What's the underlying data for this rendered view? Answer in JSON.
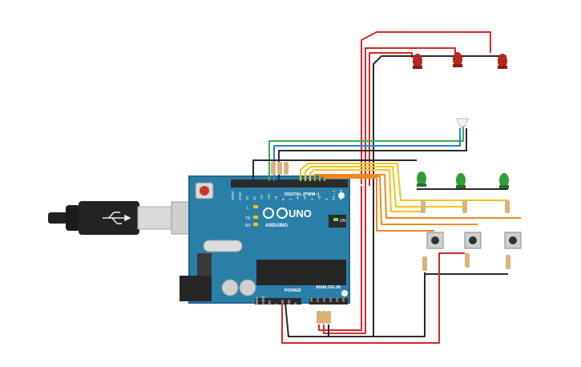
{
  "board": {
    "model": "UNO",
    "brand": "ARDUINO",
    "digital_label": "DIGITAL (PWM~)",
    "power_label": "POWER",
    "analog_label": "ANALOG IN",
    "on_label": "ON",
    "led_l_label": "L",
    "tx_label": "TX",
    "rx_label": "RX",
    "top_pins": [
      "AREF",
      "GND",
      "13",
      "12",
      "~11",
      "~10",
      "~9",
      "8",
      "7",
      "~6",
      "~5",
      "4",
      "~3",
      "2",
      "TX→1",
      "RX←0"
    ],
    "power_pins": [
      "IOREF",
      "RESET",
      "3.3V",
      "5V",
      "GND",
      "GND",
      "Vin"
    ],
    "analog_pins": [
      "A0",
      "A1",
      "A2",
      "A3",
      "A4",
      "A5"
    ]
  },
  "colors": {
    "board": "#2a7fa8",
    "board_edge": "#1f6a8f",
    "header": "#2b2b2b",
    "wire_red": "#d42a2a",
    "wire_black": "#2a2a2a",
    "wire_yellow": "#f2c418",
    "wire_orange": "#ee8a1e",
    "wire_green": "#36b04a",
    "wire_blue": "#2b7fd6",
    "led_red": "#b3271f",
    "led_green": "#2f9e3a",
    "resistor": "#d9b27a"
  }
}
